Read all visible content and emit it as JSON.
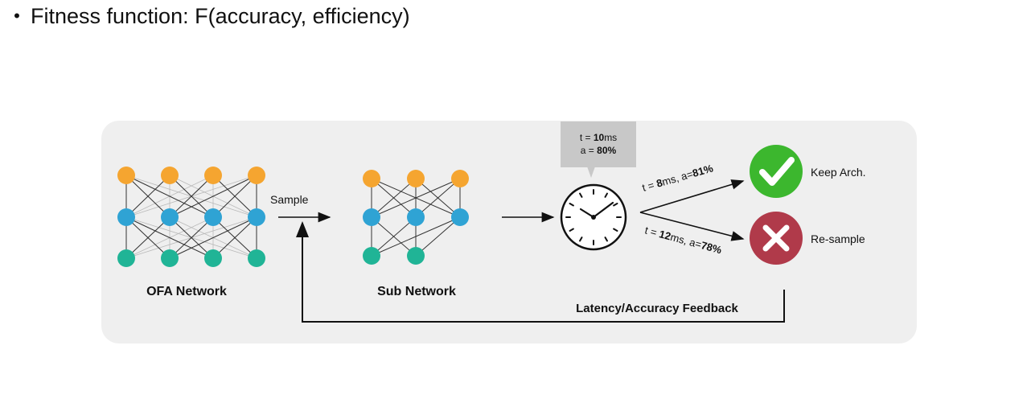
{
  "bullet": {
    "text": "Fitness function: F(accuracy, efficiency)"
  },
  "diagram": {
    "ofa_label": "OFA Network",
    "sub_label": "Sub Network",
    "sample_label": "Sample",
    "feedback_label": "Latency/Accuracy Feedback",
    "bubble": {
      "line1_prefix": "t = ",
      "line1_value": "10",
      "line1_unit": "ms",
      "line2_prefix": "a = ",
      "line2_value": "80%"
    },
    "upper_branch": {
      "t_prefix": "t = ",
      "t_value": "8",
      "t_unit": "ms, a=",
      "a_value": "81%",
      "result_label": "Keep Arch."
    },
    "lower_branch": {
      "t_prefix": "t = ",
      "t_value": "12",
      "t_unit": "ms, a=",
      "a_value": "78%",
      "result_label": "Re-sample"
    },
    "colors": {
      "panel": "#efefef",
      "orange": "#f5a530",
      "blue": "#2fa3d4",
      "teal": "#20b496",
      "green": "#3cb72e",
      "red": "#b03a4a",
      "bubble": "#c8c8c8"
    },
    "icons": {
      "check": "check-icon",
      "cross": "cross-icon",
      "clock": "clock-icon"
    }
  }
}
